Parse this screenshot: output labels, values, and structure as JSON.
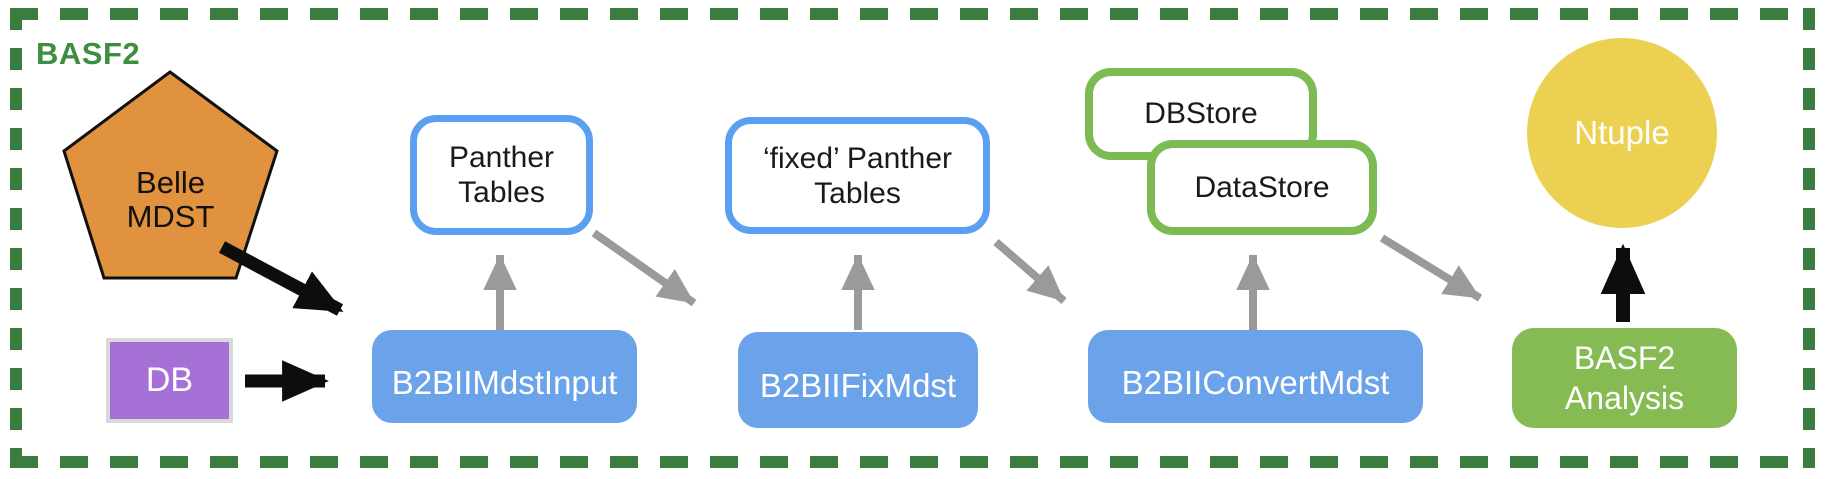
{
  "frame": {
    "label": "BASF2",
    "border_color": "#3a7d3e",
    "label_color": "#3e8e41"
  },
  "nodes": {
    "belle_mdst": {
      "lines": [
        "Belle",
        "MDST"
      ],
      "fill": "#e0923e",
      "shape": "pentagon"
    },
    "db": {
      "label": "DB",
      "fill": "#a571d6"
    },
    "b2bii_mdst_input": {
      "label": "B2BIIMdstInput",
      "fill": "#6ba3ea"
    },
    "panther_tables": {
      "lines": [
        "Panther",
        "Tables"
      ],
      "border": "#5b9ff0"
    },
    "fixed_panther_tables": {
      "lines": [
        "‘fixed’ Panther",
        "Tables"
      ],
      "border": "#5b9ff0"
    },
    "b2bii_fix_mdst": {
      "label": "B2BIIFixMdst",
      "fill": "#6ba3ea"
    },
    "dbstore": {
      "label": "DBStore",
      "border": "#7cba52"
    },
    "datastore": {
      "label": "DataStore",
      "border": "#7cba52"
    },
    "b2bii_convert_mdst": {
      "label": "B2BIIConvertMdst",
      "fill": "#6ba3ea"
    },
    "ntuple": {
      "label": "Ntuple",
      "fill": "#ecd052",
      "shape": "circle"
    },
    "basf2_analysis": {
      "lines": [
        "BASF2",
        "Analysis"
      ],
      "fill": "#85bb52"
    }
  },
  "colors": {
    "black_arrow": "#0d0d0d",
    "gray_arrow": "#9a9a9a",
    "blue_process": "#6ba3ea",
    "blue_outline": "#5b9ff0",
    "green_outline": "#7cba52",
    "green_fill": "#85bb52",
    "yellow": "#ecd052",
    "orange": "#e0923e",
    "purple": "#a571d6"
  }
}
